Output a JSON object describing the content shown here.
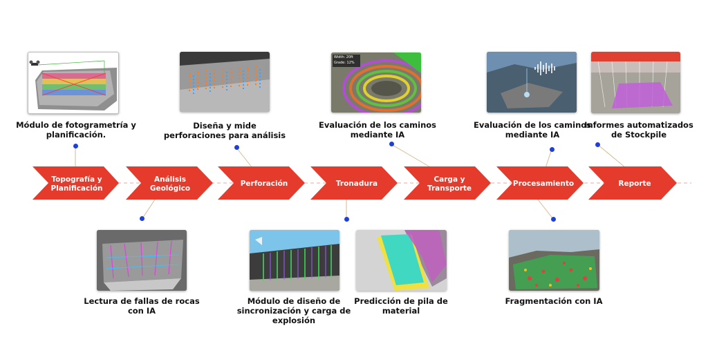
{
  "colors": {
    "step": "#e53b2c",
    "dot": "#1f3fd6",
    "connector": "#d8b98f",
    "dash": "#f1a59d"
  },
  "steps": [
    {
      "lines": [
        "Topografía y",
        "Planificación"
      ]
    },
    {
      "lines": [
        "Análisis",
        "Geológico"
      ]
    },
    {
      "lines": [
        "Perforación"
      ]
    },
    {
      "lines": [
        "Tronadura"
      ]
    },
    {
      "lines": [
        "Carga y",
        "Transporte"
      ]
    },
    {
      "lines": [
        "Procesamiento"
      ]
    },
    {
      "lines": [
        "Reporte"
      ]
    }
  ],
  "top_items": [
    {
      "lines": [
        "Módulo de fotogrametría y",
        "planificación."
      ],
      "image": "drone-survey-image"
    },
    {
      "lines": [
        "Diseña y mide",
        "perforaciones para análisis"
      ],
      "image": "drill-pattern-image"
    },
    {
      "lines": [
        "Evaluación de los caminos",
        "mediante IA"
      ],
      "image": "haul-road-image",
      "image_text": [
        "Width: 20ft",
        "Grade: 12%"
      ]
    },
    {
      "lines": [
        "Evaluación de los caminos",
        "mediante IA"
      ],
      "image": "mine-audio-image"
    },
    {
      "lines": [
        "Informes automatizados",
        "de Stockpile"
      ],
      "image": "stockpile-image"
    }
  ],
  "bottom_items": [
    {
      "lines": [
        "Lectura de fallas de rocas",
        "con IA"
      ],
      "image": "rock-faults-image"
    },
    {
      "lines": [
        "Módulo de diseño de",
        "sincronización y carga de",
        "explosión"
      ],
      "image": "blast-design-image"
    },
    {
      "lines": [
        "Predicción de pila de",
        "material"
      ],
      "image": "muckpile-image"
    },
    {
      "lines": [
        "Fragmentación con IA"
      ],
      "image": "fragmentation-image"
    }
  ]
}
